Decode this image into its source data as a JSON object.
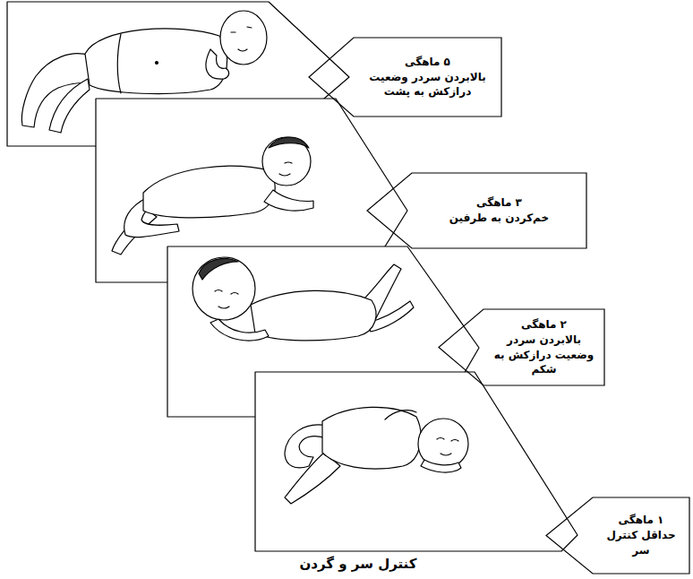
{
  "diagram": {
    "caption": "کنترل سر و گردن",
    "nodes": [
      {
        "text": [
          "۵ ماهگی",
          "بالابردن سردر وضعیت درازکش به پشت"
        ]
      },
      {
        "text": [
          "۳ ماهگی",
          "خم‌کردن به طرفین"
        ]
      },
      {
        "text": [
          "۲ ماهگی",
          "بالابردن سردر وضعیت درازکش به شکم"
        ]
      },
      {
        "text": [
          "۱ ماهگی",
          "حداقل کنترل سر"
        ]
      }
    ]
  }
}
